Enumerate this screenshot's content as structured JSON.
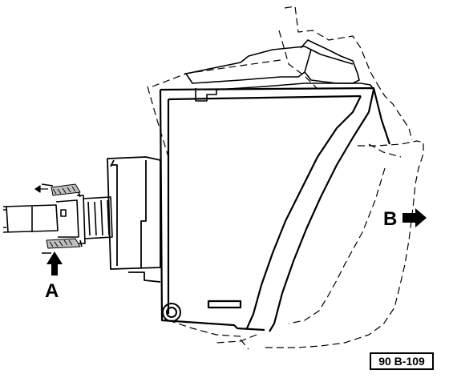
{
  "labels": {
    "arrow_a": "A",
    "arrow_b": "B"
  },
  "figure_ref": "90 B-109",
  "colors": {
    "ink": "#000000",
    "paper": "#ffffff"
  },
  "icons": {
    "arrow_a": "arrow-up-icon",
    "arrow_b": "arrow-right-icon"
  }
}
